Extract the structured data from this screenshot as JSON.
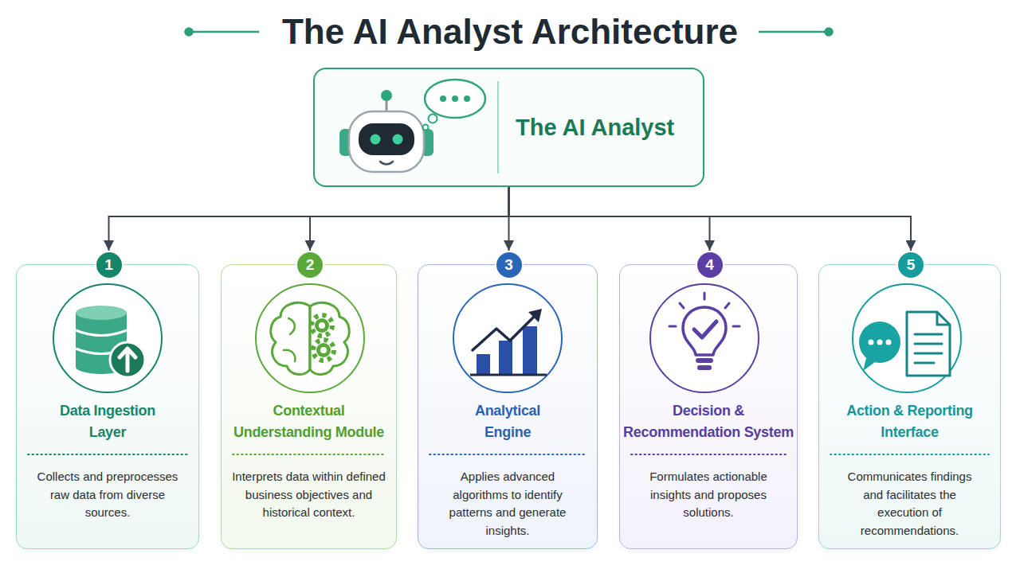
{
  "diagram": {
    "title": "The AI Analyst Architecture",
    "nodes": [
      {
        "text": [
          "The AI Analyst"
        ]
      },
      {
        "text": [
          "Data Ingestion Layer",
          "Collects and preprocesses raw data from diverse sources."
        ]
      },
      {
        "text": [
          "1"
        ],
        "in": 1
      },
      {
        "text": [
          "Contextual Understanding Module",
          "Interprets data within defined business objectives and historical context."
        ]
      },
      {
        "text": [
          "2"
        ],
        "in": 3
      },
      {
        "text": [
          "Analytical Engine",
          "Applies advanced algorithms to identify patterns and generate insights."
        ]
      },
      {
        "text": [
          "3"
        ],
        "in": 5
      },
      {
        "text": [
          "Decision & Recommendation System",
          "Formulates actionable insights and proposes solutions."
        ]
      },
      {
        "text": [
          "4"
        ],
        "in": 7
      },
      {
        "text": [
          "Action & Reporting Interface",
          "Communicates findings and facilitates the execution of recommendations."
        ]
      },
      {
        "text": [
          "5"
        ],
        "in": 9
      }
    ],
    "edges": [
      {
        "from": 0,
        "to": 2,
        "arrow": "to"
      },
      {
        "from": 0,
        "to": 4,
        "arrow": "to"
      },
      {
        "from": 0,
        "to": 6,
        "arrow": "to"
      },
      {
        "from": 0,
        "to": 8,
        "arrow": "to"
      },
      {
        "from": 0,
        "to": 10,
        "arrow": "to"
      }
    ]
  }
}
